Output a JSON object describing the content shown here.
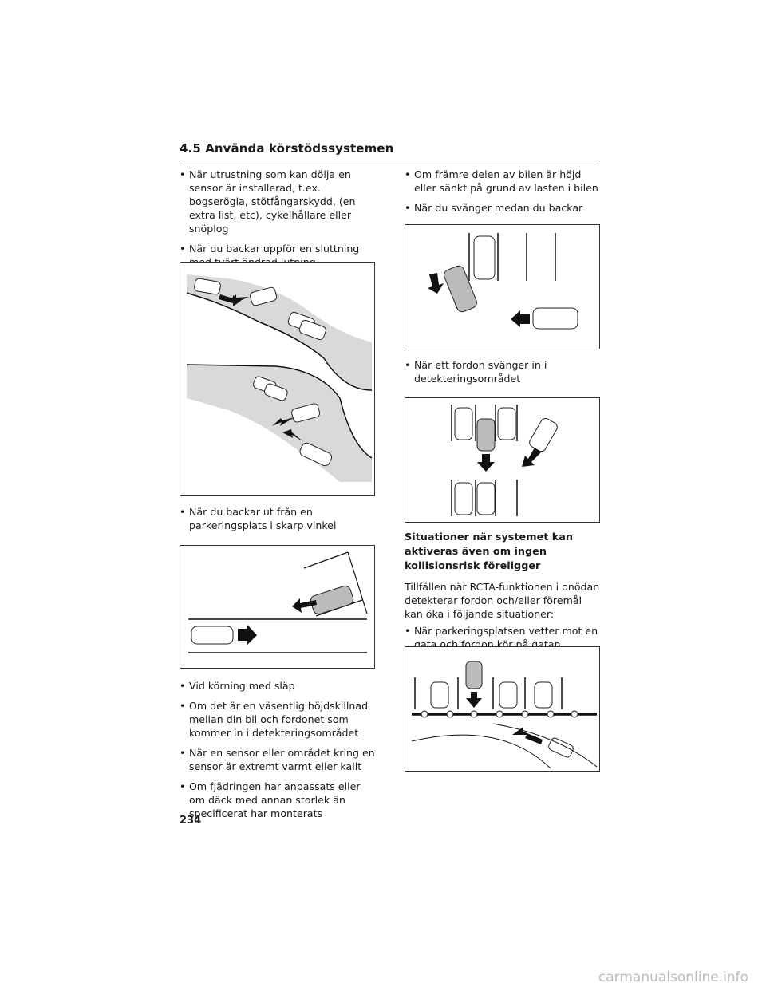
{
  "section": {
    "title": "4.5 Använda körstödssystemen"
  },
  "left": {
    "bullets_a": [
      "När utrustning som kan dölja en sensor är installerad, t.ex. bogserögla, stötfångarskydd, (en extra list, etc), cykelhållare eller snöplog",
      "När du backar uppför en sluttning med tvärt ändrad lutning"
    ],
    "bullets_b": [
      "När du backar ut från en parkeringsplats i skarp vinkel"
    ],
    "bullets_c": [
      "Vid körning med släp",
      "Om det är en väsentlig höjdskillnad mellan din bil och fordonet som kommer in i detekteringsområdet",
      "När en sensor eller området kring en sensor är extremt varmt eller kallt",
      "Om fjädringen har anpassats eller om däck med annan storlek än specificerat har monterats"
    ]
  },
  "right": {
    "bullets_a": [
      "Om främre delen av bilen är höjd eller sänkt på grund av lasten i bilen",
      "När du svänger medan du backar"
    ],
    "bullets_b": [
      "När ett fordon svänger in i detekteringsområdet"
    ],
    "subheading": "Situationer när systemet kan aktiveras även om ingen kollisionsrisk föreligger",
    "paragraph": "Tillfällen när RCTA-funktionen i onödan detekterar fordon och/eller föremål kan öka i följande situationer:",
    "bullets_c": [
      "När parkeringsplatsen vetter mot en gata och fordon kör på gatan"
    ]
  },
  "bullet_char": "•",
  "page_number": "234",
  "watermark": "carmanualsonline.info"
}
